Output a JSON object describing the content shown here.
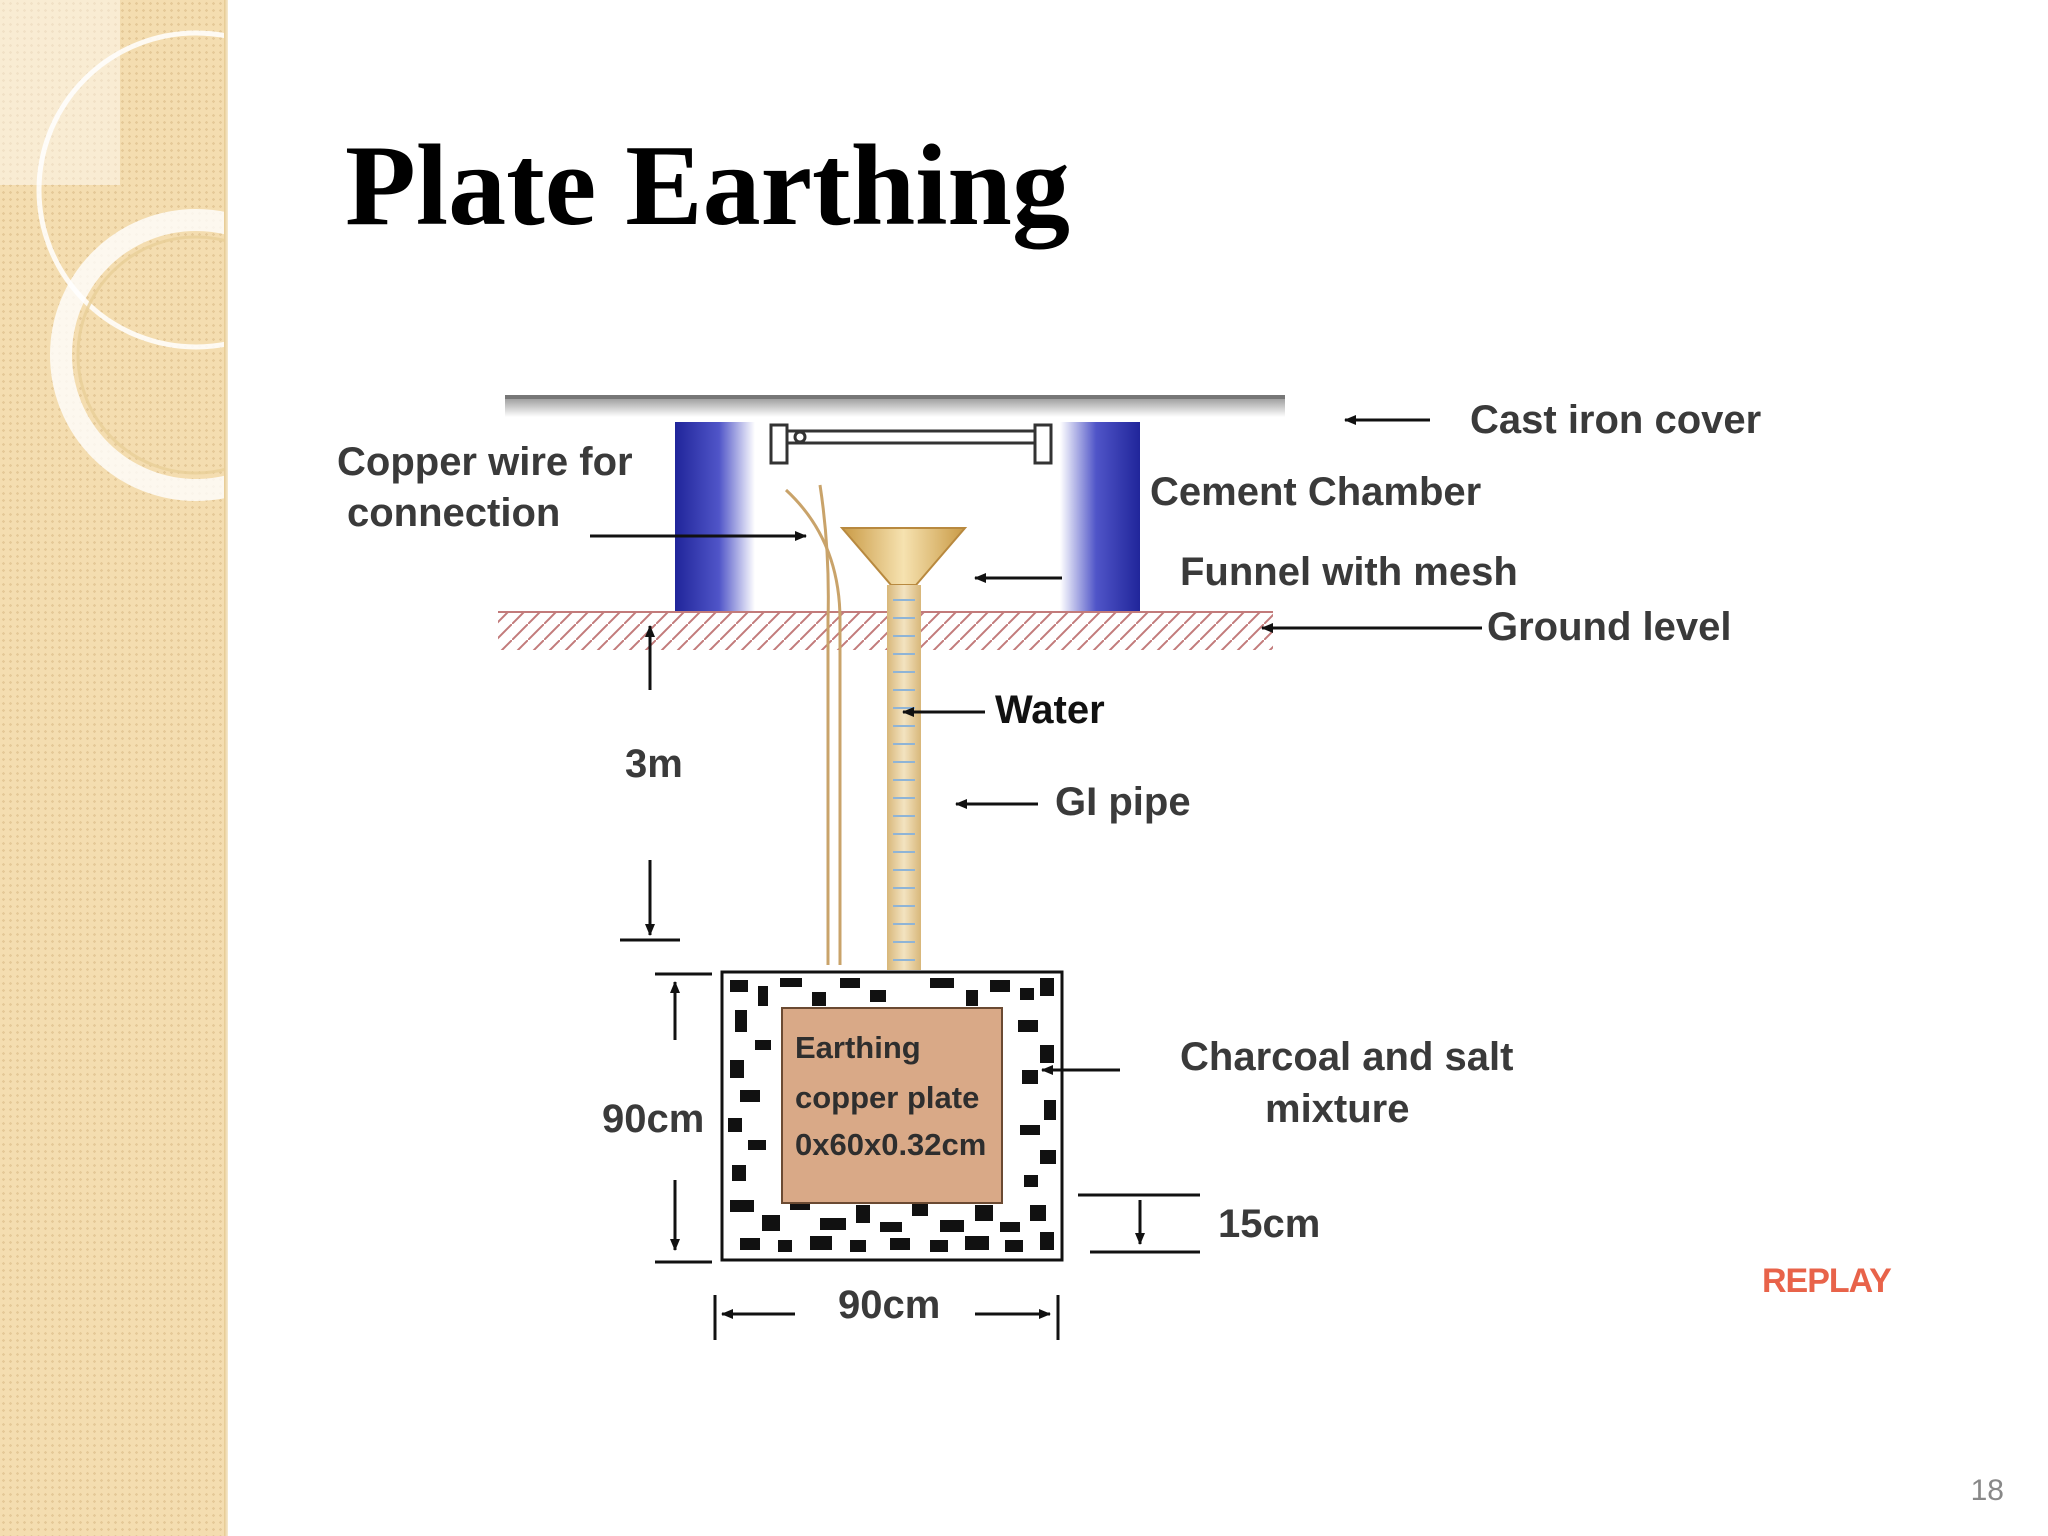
{
  "slide": {
    "title": "Plate Earthing",
    "number": "18"
  },
  "diagram": {
    "labels": {
      "cast_iron_cover": "Cast iron cover",
      "copper_wire_line1": "Copper wire for",
      "copper_wire_line2": "connection",
      "cement_chamber": "Cement Chamber",
      "funnel": "Funnel with mesh",
      "ground_level": "Ground level",
      "water": "Water",
      "depth": "3m",
      "gi_pipe": "GI pipe",
      "charcoal_line1": "Charcoal and salt",
      "charcoal_line2": "mixture",
      "pit_height": "90cm",
      "pit_width": "90cm",
      "bottom_gap": "15cm",
      "plate_line1": "Earthing",
      "plate_line2": "copper plate",
      "plate_line3": "0x60x0.32cm",
      "replay": "REPLAY"
    },
    "colors": {
      "chamber_blue": "#2a2fa8",
      "plate_fill": "#d9a987",
      "hatch": "#c27b7b",
      "funnel": "#d8b26a",
      "replay": "#e8634a",
      "sidebar": "#f4ddb0"
    }
  }
}
